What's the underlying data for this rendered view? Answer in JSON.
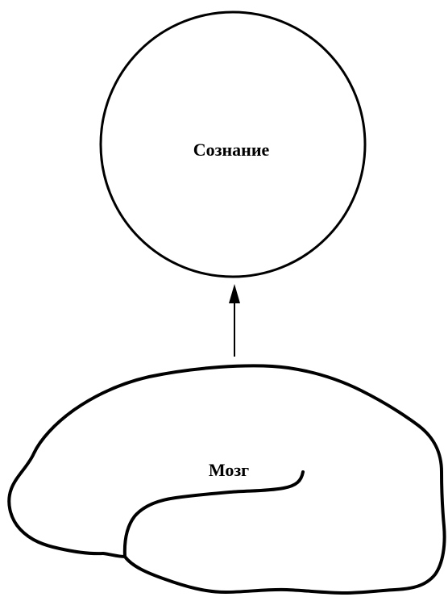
{
  "diagram": {
    "top_node": {
      "label": "Сознание",
      "shape": "circle"
    },
    "bottom_node": {
      "label": "Мозг",
      "shape": "brain-outline"
    },
    "connector": {
      "from": "bottom_node",
      "to": "top_node",
      "type": "arrow"
    },
    "colors": {
      "stroke": "#000000",
      "background": "#ffffff"
    }
  }
}
